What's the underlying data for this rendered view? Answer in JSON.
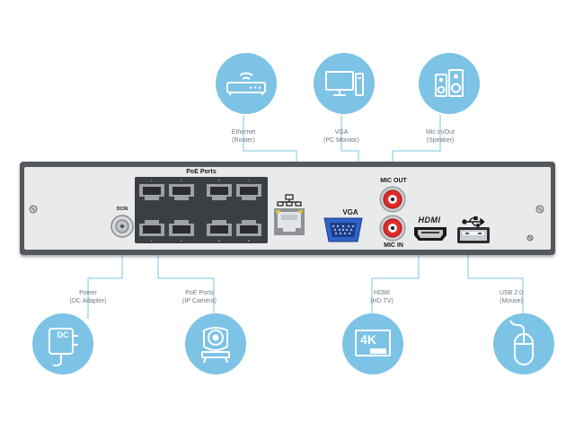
{
  "panel": {
    "poe_header": "PoE Ports",
    "dc_label": "DCIN",
    "mic_out": "MIC OUT",
    "mic_in": "MIC IN",
    "vga": "VGA",
    "hdmi": "HDMI",
    "port_numbers_top": [
      "1",
      "3",
      "5",
      "7"
    ],
    "port_numbers_bottom": [
      "2",
      "4",
      "6",
      "8"
    ]
  },
  "callouts": {
    "ethernet": {
      "line1": "Ethernet",
      "line2": "(Router)",
      "icon": "router-icon"
    },
    "vga": {
      "line1": "VGA",
      "line2": "(PC Monitor)",
      "icon": "monitor-icon"
    },
    "mic": {
      "line1": "Mic In/Out",
      "line2": "(Speaker)",
      "icon": "speaker-icon"
    },
    "power": {
      "line1": "Power",
      "line2": "(DC Adapter)",
      "icon": "dc-adapter-icon",
      "badge": "DC"
    },
    "poe": {
      "line1": "PoE Ports",
      "line2": "(IP Camera)",
      "icon": "ip-camera-icon"
    },
    "hdmi": {
      "line1": "HDMI",
      "line2": "(HD TV)",
      "icon": "4k-tv-icon",
      "badge": "4K"
    },
    "usb": {
      "line1": "USB 2.0",
      "line2": "(Mouse)",
      "icon": "mouse-icon"
    }
  },
  "colors": {
    "accent": "#7cc3e6",
    "chassis": "#55585c",
    "panel": "#e9eaeb",
    "caption": "#6f7a84",
    "vga_blue": "#2f63c6"
  }
}
